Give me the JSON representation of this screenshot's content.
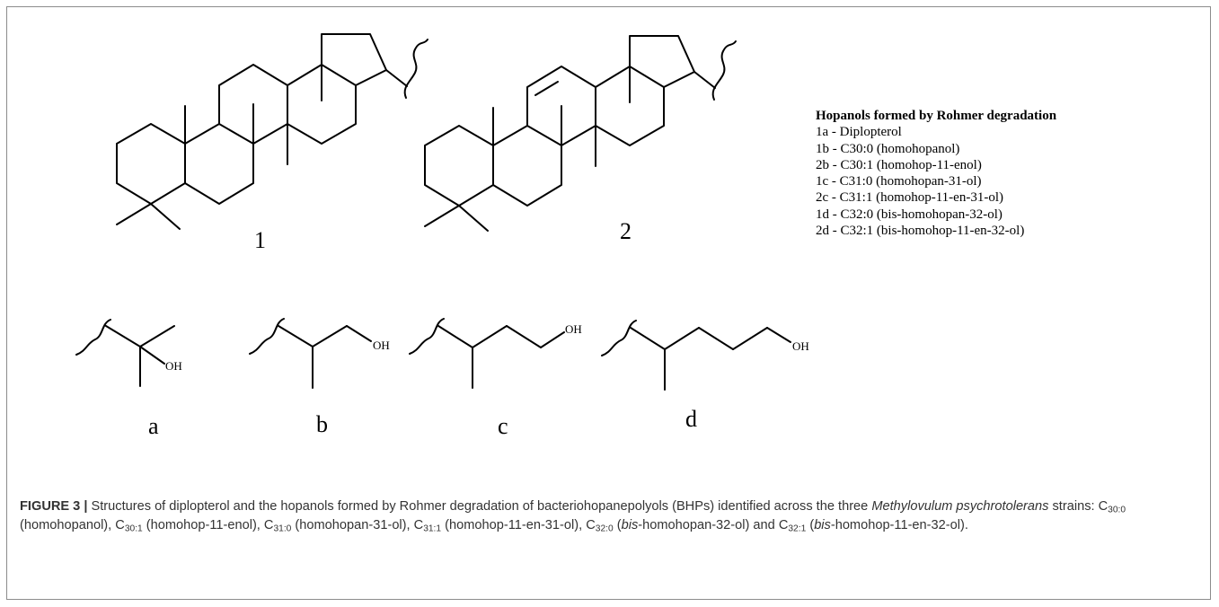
{
  "structure_labels": {
    "s1": "1",
    "s2": "2",
    "a": "a",
    "b": "b",
    "c": "c",
    "d": "d"
  },
  "oh_label": "OH",
  "legend": {
    "title": "Hopanols formed by Rohmer degradation",
    "items": [
      "1a - Diplopterol",
      "1b - C30:0 (homohopanol)",
      "2b - C30:1 (homohop-11-enol)",
      "1c - C31:0 (homohopan-31-ol)",
      "2c - C31:1 (homohop-11-en-31-ol)",
      "1d - C32:0 (bis-homohopan-32-ol)",
      "2d - C32:1 (bis-homohop-11-en-32-ol)"
    ]
  },
  "caption": {
    "label": "FIGURE 3 |",
    "t1": " Structures of diplopterol and the hopanols formed by Rohmer degradation of bacteriohopanepolyols (BHPs) identified across the three ",
    "species": "Methylovulum psychrotolerans",
    "t2": " strains: C",
    "s1": "30:0",
    "t3": " (homohopanol), C",
    "s2": "30:1",
    "t4": " (homohop-11-enol), C",
    "s3": "31:0",
    "t5": " (homohopan-31-ol), C",
    "s4": "31:1",
    "t6": " (homohop-11-en-31-ol), C",
    "s5": "32:0",
    "t7": " (",
    "bis1": "bis",
    "t8": "-homohopan-32-ol) and C",
    "s6": "32:1",
    "t9": " (",
    "bis2": "bis",
    "t10": "-homohop-11-en-32-ol)."
  }
}
